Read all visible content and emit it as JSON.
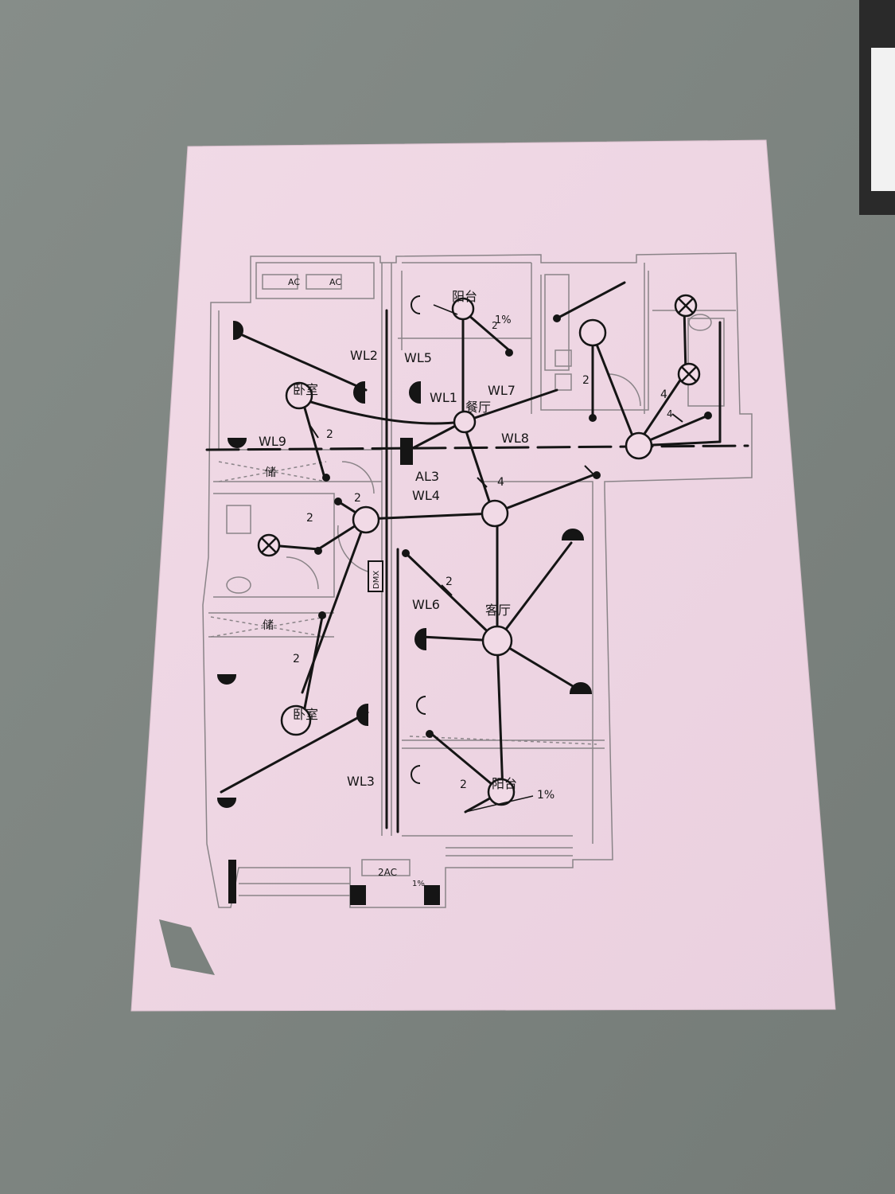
{
  "palette": {
    "desk": "#7d8581",
    "paper": "#efd6e3",
    "ink": "#151515",
    "wall": "#8a8488"
  },
  "panel": {
    "label": "AL3"
  },
  "meter_box": {
    "label": "DMX"
  },
  "ac_units": [
    {
      "label": "AC"
    },
    {
      "label": "AC"
    },
    {
      "label": "2AC"
    }
  ],
  "rooms": {
    "balcony_top": "阳台",
    "dining": "餐厅",
    "bedroom_top": "卧室",
    "storage_top": "储",
    "storage_mid": "储",
    "living": "客厅",
    "bedroom_bottom": "卧室",
    "balcony_bottom": "阳台"
  },
  "circuits": {
    "wl1": "WL1",
    "wl2": "WL2",
    "wl3": "WL3",
    "wl4": "WL4",
    "wl5": "WL5",
    "wl6": "WL6",
    "wl7": "WL7",
    "wl8": "WL8",
    "wl9": "WL9"
  },
  "wire_counts": {
    "a": "2",
    "b": "2",
    "c": "2",
    "d": "2",
    "e": "2",
    "f": "2",
    "g": "2",
    "h": "2",
    "i": "4",
    "j": "4",
    "k": "4"
  },
  "slope_marks": {
    "top": "1%",
    "bottom": "1%",
    "ac_drain": "1%"
  }
}
